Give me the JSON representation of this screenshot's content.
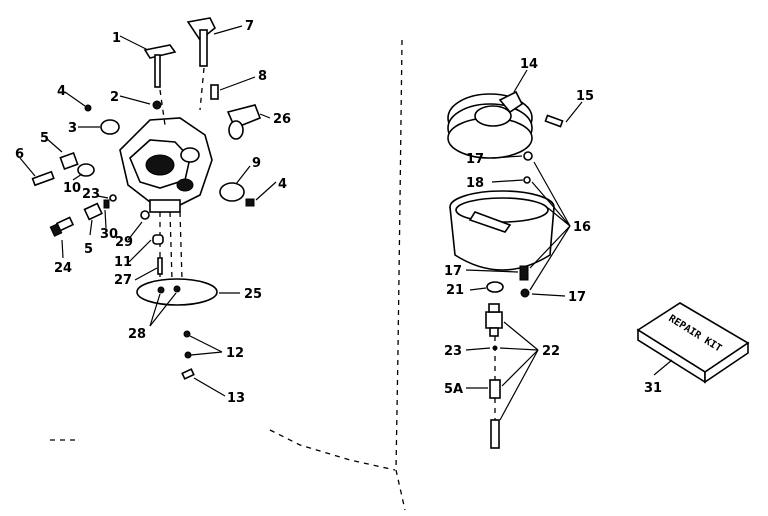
{
  "diagram": {
    "part_labels": {
      "p1": "1",
      "p2": "2",
      "p3": "3",
      "p4a": "4",
      "p4b": "4",
      "p5a": "5",
      "p5b": "5",
      "p6": "6",
      "p7": "7",
      "p8": "8",
      "p9": "9",
      "p10": "10",
      "p11": "11",
      "p12": "12",
      "p13": "13",
      "p14": "14",
      "p15": "15",
      "p16": "16",
      "p17a": "17",
      "p17b": "17",
      "p17c": "17",
      "p18": "18",
      "p21": "21",
      "p22": "22",
      "p23a": "23",
      "p23b": "23",
      "p24": "24",
      "p25": "25",
      "p26": "26",
      "p27": "27",
      "p28": "28",
      "p29": "29",
      "p30": "30",
      "p31": "31",
      "p5A": "5A"
    },
    "repair_kit_text": "REPAIR KIT"
  }
}
